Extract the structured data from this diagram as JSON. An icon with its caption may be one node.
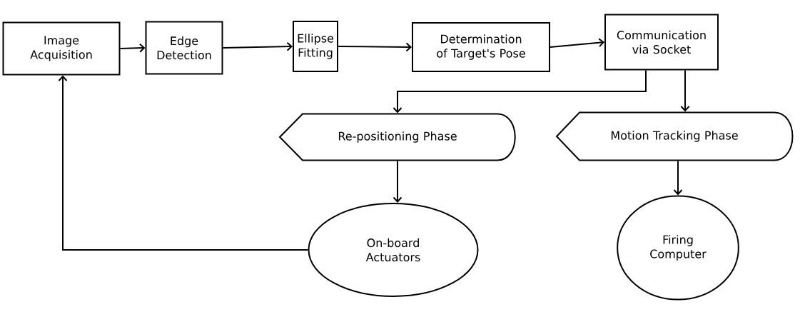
{
  "diagram": {
    "nodes": [
      {
        "text": [
          "Image Acquisition"
        ]
      },
      {
        "text": [
          "Edge Detection"
        ]
      },
      {
        "text": [
          "Ellipse Fitting"
        ]
      },
      {
        "text": [
          "Determination of Target's Pose"
        ]
      },
      {
        "text": [
          "Communication via Socket"
        ]
      },
      {
        "text": [
          "Re-positioning Phase"
        ]
      },
      {
        "text": [
          "Motion Tracking Phase"
        ]
      },
      {
        "text": [
          "On-board Actuators"
        ]
      },
      {
        "text": [
          "Firing Computer"
        ]
      }
    ],
    "edges": [
      {
        "from": 0,
        "to": 1,
        "arrow": "to"
      },
      {
        "from": 1,
        "to": 2,
        "arrow": "to"
      },
      {
        "from": 2,
        "to": 3,
        "arrow": "to"
      },
      {
        "from": 3,
        "to": 4,
        "arrow": "to"
      },
      {
        "from": 4,
        "to": 5,
        "arrow": "to"
      },
      {
        "from": 4,
        "to": 6,
        "arrow": "to"
      },
      {
        "from": 5,
        "to": 7,
        "arrow": "to"
      },
      {
        "from": 6,
        "to": 8,
        "arrow": "to"
      },
      {
        "from": 7,
        "to": 0,
        "arrow": "to"
      }
    ]
  }
}
